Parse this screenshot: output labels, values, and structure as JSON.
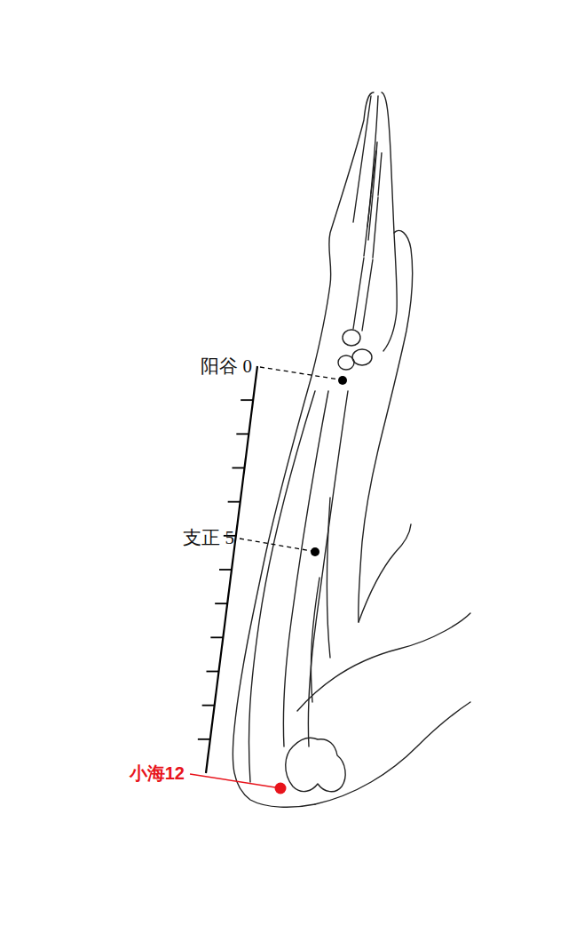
{
  "diagram": {
    "labels": [
      "阳谷 0",
      "支正 5",
      "小海12"
    ]
  }
}
